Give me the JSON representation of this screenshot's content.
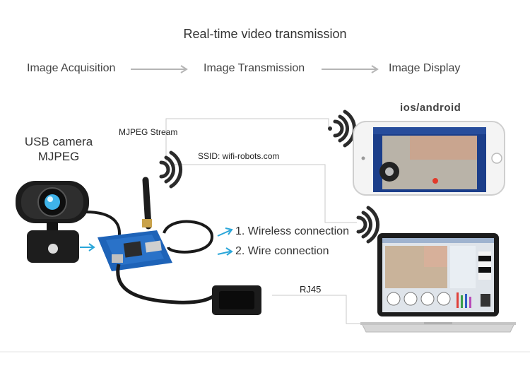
{
  "header": {
    "title": "Real-time video transmission"
  },
  "pipeline": {
    "steps": [
      "Image Acquisition",
      "Image Transmission",
      "Image Display"
    ]
  },
  "camera": {
    "label_line1": "USB camera",
    "label_line2": "MJPEG"
  },
  "stream": {
    "label": "MJPEG Stream",
    "ssid": "SSID: wifi-robots.com"
  },
  "connections": {
    "wireless": "1. Wireless connection",
    "wire": "2. Wire connection",
    "rj45": "RJ45"
  },
  "devices": {
    "phone_label": "ios/android"
  },
  "colors": {
    "arrow_gray": "#b5b5b5",
    "connector_blue": "#2aa6d9",
    "wifi": "#2b2b2b",
    "board_blue": "#1e63b8"
  }
}
